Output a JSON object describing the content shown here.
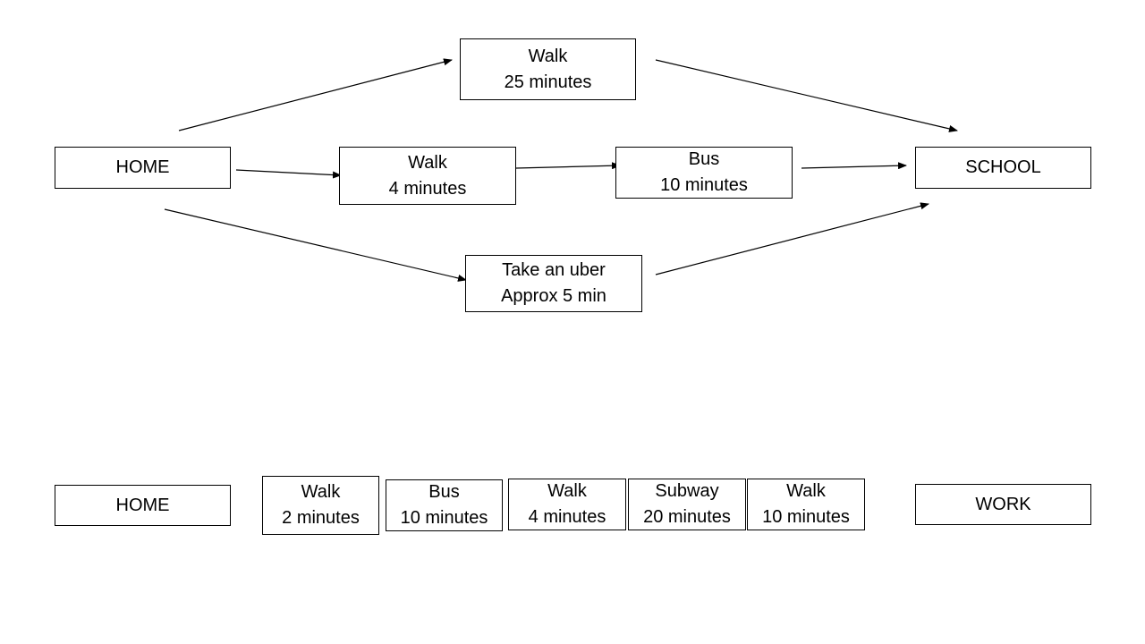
{
  "top_diagram": {
    "home": "HOME",
    "school": "SCHOOL",
    "walk_direct": {
      "line1": "Walk",
      "line2": "25 minutes"
    },
    "walk_short": {
      "line1": "Walk",
      "line2": "4 minutes"
    },
    "bus": {
      "line1": "Bus",
      "line2": "10 minutes"
    },
    "uber": {
      "line1": "Take an uber",
      "line2": "Approx 5 min"
    }
  },
  "bottom_diagram": {
    "home": "HOME",
    "work": "WORK",
    "steps": [
      {
        "line1": "Walk",
        "line2": "2 minutes"
      },
      {
        "line1": "Bus",
        "line2": "10 minutes"
      },
      {
        "line1": "Walk",
        "line2": "4 minutes"
      },
      {
        "line1": "Subway",
        "line2": "20 minutes"
      },
      {
        "line1": "Walk",
        "line2": "10 minutes"
      }
    ]
  }
}
